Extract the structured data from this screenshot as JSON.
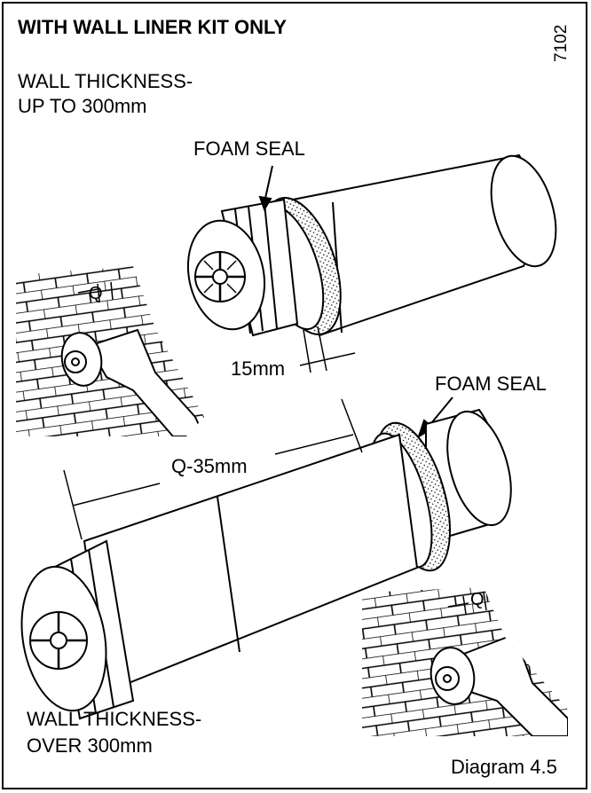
{
  "heading": "WITH WALL LINER KIT ONLY",
  "figure_code": "7102",
  "wall_thin": {
    "line1": "WALL THICKNESS-",
    "line2": "UP TO 300mm"
  },
  "wall_thick": {
    "line1": "WALL THICKNESS-",
    "line2": "OVER 300mm"
  },
  "foam_seal_top": "FOAM SEAL",
  "foam_seal_bottom": "FOAM SEAL",
  "dim_15mm": "15mm",
  "dim_q35": "Q-35mm",
  "dim_q_left": "Q",
  "dim_q_right": "Q",
  "caption": "Diagram 4.5"
}
